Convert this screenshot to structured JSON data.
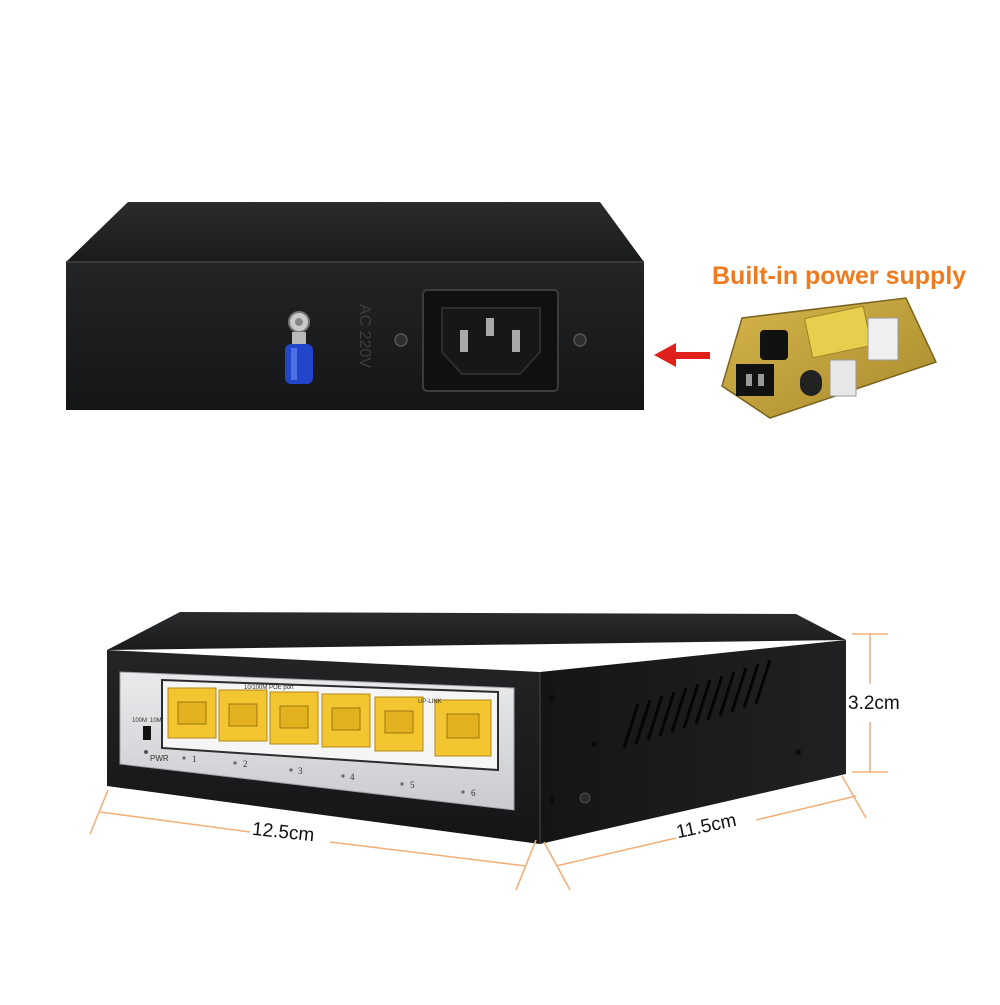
{
  "callout": {
    "title": "Built-in power supply"
  },
  "rear_panel": {
    "voltage_label": "AC 220V"
  },
  "front_panel": {
    "poe_label": "10/100M POE port",
    "uplink_label": "UP-LINK",
    "switch_label_100m": "100M",
    "switch_label_10m": "10M",
    "pwr_label": "PWR",
    "ports": [
      "1",
      "2",
      "3",
      "4",
      "5",
      "6"
    ]
  },
  "dimensions": {
    "width": "12.5cm",
    "depth": "11.5cm",
    "height": "3.2cm"
  },
  "colors": {
    "accent": "#f07a1e",
    "dimension_line": "#f2b07a",
    "arrow": "#e0201b",
    "port": "#f2c531"
  }
}
